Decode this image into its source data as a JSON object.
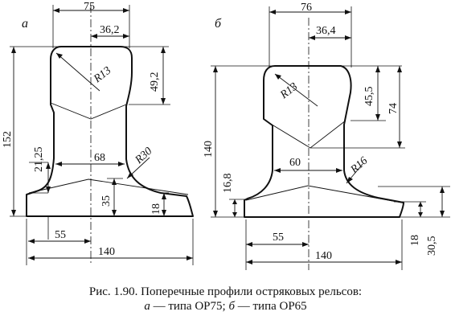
{
  "profile_a": {
    "label": "а",
    "dims": {
      "top_width": "75",
      "half_head": "36,2",
      "head_height": "49,2",
      "radius_head": "R13",
      "height": "152",
      "web_level": "21,25",
      "web_width": "68",
      "radius_fillet": "R30",
      "foot_rise": "35",
      "foot_edge": "18",
      "half_foot": "55",
      "foot_width": "140"
    }
  },
  "profile_b": {
    "label": "б",
    "dims": {
      "top_width": "76",
      "half_head": "36,4",
      "head_height": "45,5",
      "head_depth": "74",
      "radius_head": "R13",
      "height": "140",
      "web_width": "60",
      "radius_fillet": "R16",
      "foot_level": "16,8",
      "half_foot": "55",
      "foot_width": "140",
      "foot_edge": "18",
      "foot_height": "30,5"
    }
  },
  "caption": {
    "line1": "Рис. 1.90. Поперечные профили остряковых рельсов:",
    "line2_a": "а",
    "line2_mid": " — типа ОР75; ",
    "line2_b": "б",
    "line2_end": " — типа ОР65"
  }
}
